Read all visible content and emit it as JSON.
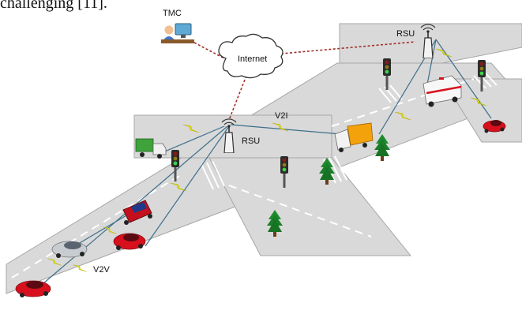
{
  "caption": "challenging [11].",
  "labels": {
    "tmc": "TMC",
    "internet": "Internet",
    "rsu_right": "RSU",
    "rsu_center": "RSU",
    "v2i": "V2I",
    "v2v": "V2V"
  },
  "colors": {
    "road": "#d9d9d9",
    "road_edge": "#a6a6a6",
    "lane_mark": "#ffffff",
    "link_wired": "#a0302a",
    "link_wireless": "#e8e800",
    "link_line": "#3d6f8a",
    "car_red": "#d8101e",
    "car_silver": "#c8cbd0",
    "truck_green": "#3da33a",
    "truck_orange": "#f4a20c",
    "tree": "#1e8a2e"
  },
  "icons": [
    "computer-user-icon",
    "cloud-icon",
    "antenna-tower-icon",
    "traffic-light-icon",
    "tree-icon",
    "car-icon",
    "truck-icon",
    "ambulance-icon",
    "lightning-bolt-icon"
  ]
}
